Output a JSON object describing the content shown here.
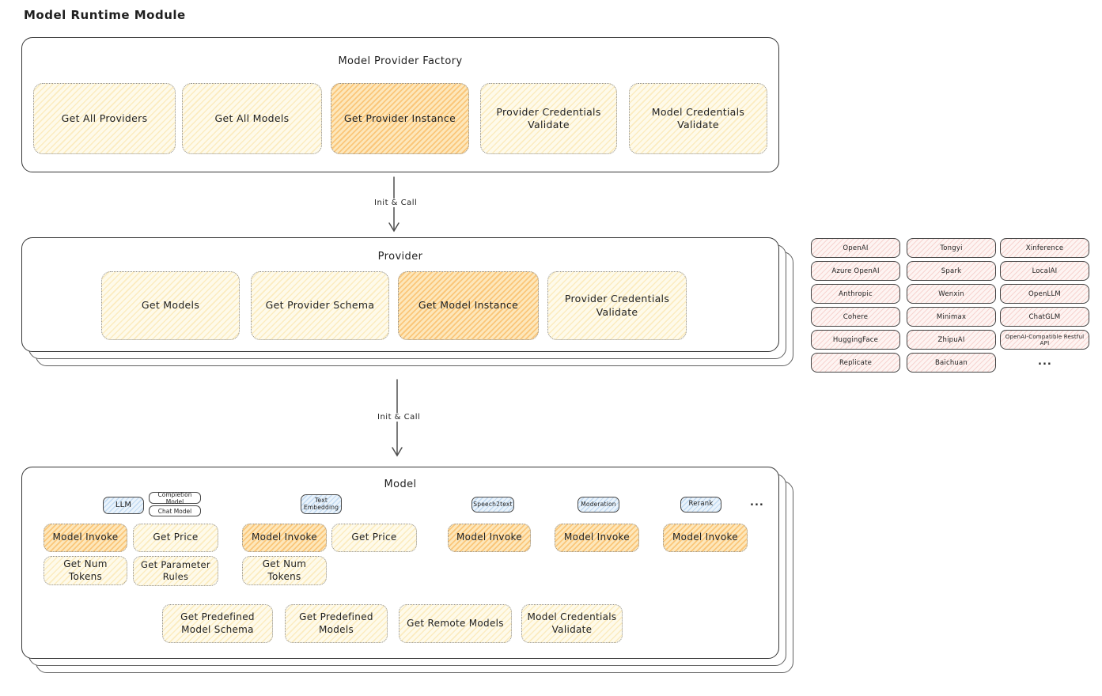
{
  "page_title": "Model Runtime Module",
  "factory": {
    "title": "Model Provider Factory",
    "buttons": [
      "Get All Providers",
      "Get All Models",
      "Get Provider Instance",
      "Provider Credentials Validate",
      "Model Credentials Validate"
    ]
  },
  "arrows": {
    "init_call_1": "Init & Call",
    "init_call_2": "Init & Call"
  },
  "provider": {
    "title": "Provider",
    "buttons": [
      "Get Models",
      "Get Provider Schema",
      "Get Model Instance",
      "Provider Credentials Validate"
    ]
  },
  "providers_panel": {
    "col1": [
      "OpenAI",
      "Azure OpenAI",
      "Anthropic",
      "Cohere",
      "HuggingFace",
      "Replicate"
    ],
    "col2": [
      "Tongyi",
      "Spark",
      "Wenxin",
      "Minimax",
      "ZhipuAI",
      "Baichuan"
    ],
    "col3": [
      "Xinference",
      "LocalAI",
      "OpenLLM",
      "ChatGLM",
      "OpenAI-Compatible Restful API"
    ],
    "more": "..."
  },
  "model": {
    "title": "Model",
    "tabs": {
      "llm": "LLM",
      "completion_model": "Completion Model",
      "chat_model": "Chat Model",
      "text_embedding": "Text Embedding",
      "speech2text": "Speech2text",
      "moderation": "Moderation",
      "rerank": "Rerank",
      "more": "..."
    },
    "llm_buttons": [
      "Model Invoke",
      "Get Price",
      "Get Num Tokens",
      "Get Parameter Rules"
    ],
    "embedding_buttons": [
      "Model Invoke",
      "Get Price",
      "Get Num Tokens"
    ],
    "speech2text_button": "Model Invoke",
    "moderation_button": "Model Invoke",
    "rerank_button": "Model Invoke",
    "bottom_buttons": [
      "Get Predefined Model Schema",
      "Get Predefined Models",
      "Get Remote Models",
      "Model Credentials Validate"
    ]
  },
  "colors": {
    "button_fill": "#fefaea",
    "highlight_fill": "#fde7bb",
    "provider_chip_fill": "#fdf4f2",
    "tab_fill": "#eaf3fb",
    "outline": "#373737"
  }
}
